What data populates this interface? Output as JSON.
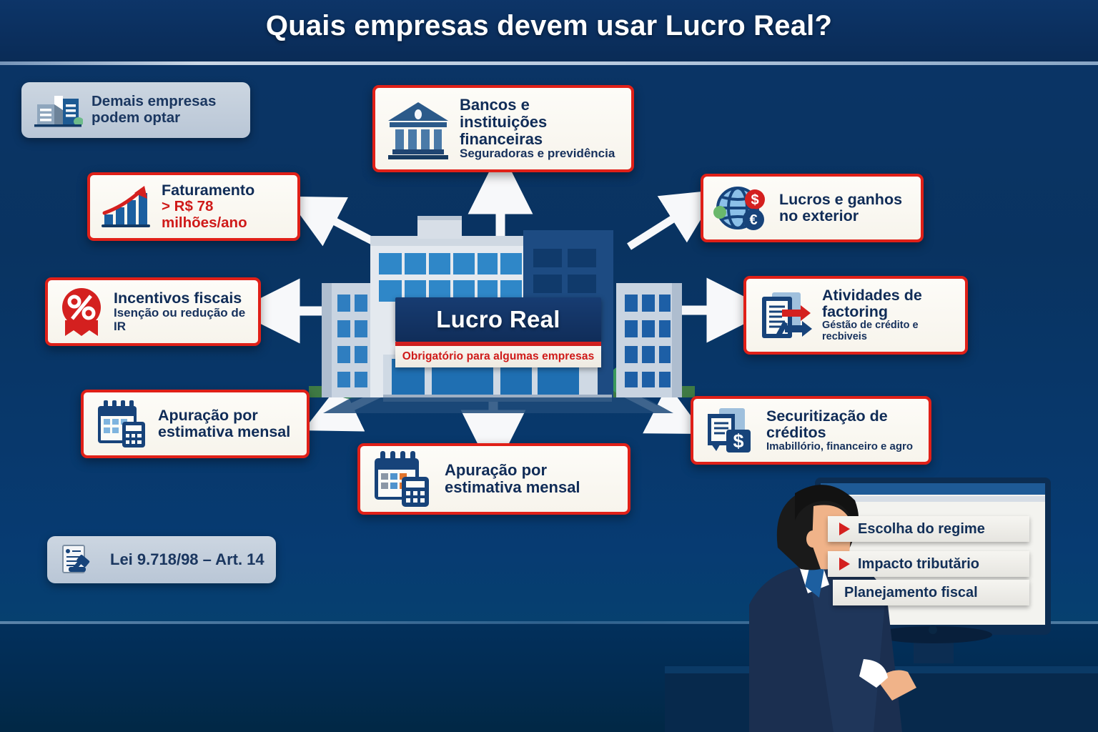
{
  "title": "Quais empresas devem usar Lucro Real?",
  "colors": {
    "background_navy": "#0b3567",
    "floor_navy": "#022c53",
    "card_border_red": "#e02018",
    "card_fill": "#faf8f2",
    "text_navy": "#102c57",
    "accent_red": "#cf1a19",
    "ghost_fill": "#c3cedb"
  },
  "center": {
    "sign_title": "Lucro Real",
    "sign_subtitle": "Obrigatório para algumas empresas",
    "icon": "office-building-icon"
  },
  "cards": [
    {
      "id": "demais",
      "style": "ghost",
      "icon": "office-buildings-icon",
      "line1": "Demais empresas",
      "line2": "podem optar",
      "line2_color": "navy"
    },
    {
      "id": "bancos",
      "style": "red",
      "icon": "bank-columns-icon",
      "line1": "Bancos e instituições",
      "line1b": "financeiras",
      "line2": "Seguradoras e previdência",
      "line2_color": "navy"
    },
    {
      "id": "faturamento",
      "style": "red",
      "icon": "growth-bar-chart-icon",
      "line1": "Faturamento",
      "line2": "> R$ 78 milhões/ano",
      "line2_color": "red"
    },
    {
      "id": "exterior",
      "style": "red",
      "icon": "globe-currency-icon",
      "line1": "Lucros e ganhos",
      "line1b": "no exterior",
      "line2": "",
      "line2_color": "navy"
    },
    {
      "id": "incentivos",
      "style": "red",
      "icon": "percent-badge-icon",
      "line1": "Incentivos fiscais",
      "line2": "Isenção ou redução de IR",
      "line2_color": "navy"
    },
    {
      "id": "factoring",
      "style": "red",
      "icon": "document-arrows-icon",
      "line1": "Atividades de",
      "line1b": "factoring",
      "line2": "Géstão de crédito e recbiveis",
      "line2_color": "navy"
    },
    {
      "id": "apuracao-esquerda",
      "style": "red",
      "icon": "calendar-calculator-icon",
      "line1": "Apuração por",
      "line1b": "estimativa mensal",
      "line2": "",
      "line2_color": "navy"
    },
    {
      "id": "securitizacao",
      "style": "red",
      "icon": "documents-dollar-icon",
      "line1": "Securitização de créditos",
      "line2": "Imabillório, financeiro e agro",
      "line2_color": "navy"
    },
    {
      "id": "apuracao-centro",
      "style": "red",
      "icon": "calendar-calculator-icon",
      "line1": "Apuração por",
      "line1b": "estimativa mensal",
      "line2": "",
      "line2_color": "navy"
    },
    {
      "id": "lei",
      "style": "ghost",
      "icon": "document-gavel-icon",
      "line1": "Lei 9.718/98 – Art. 14",
      "line2": "",
      "line2_color": "navy"
    }
  ],
  "monitor": {
    "items": [
      {
        "label": "Escolha do regime",
        "bullet": "play-triangle-icon"
      },
      {
        "label": "Impacto tributărio",
        "bullet": "play-triangle-icon"
      },
      {
        "label": "Planejamento fiscal",
        "bullet": "none"
      }
    ]
  },
  "scene": {
    "person": "businessman-back-view",
    "device": "desktop-monitor"
  },
  "arrows": [
    {
      "from": "center",
      "to": "bancos",
      "direction": "up"
    },
    {
      "from": "center",
      "to": "faturamento",
      "direction": "up-left"
    },
    {
      "from": "center",
      "to": "exterior",
      "direction": "up-right"
    },
    {
      "from": "center",
      "to": "incentivos",
      "direction": "left"
    },
    {
      "from": "center",
      "to": "factoring",
      "direction": "right"
    },
    {
      "from": "center",
      "to": "apuracao-esquerda",
      "direction": "down-left"
    },
    {
      "from": "center",
      "to": "securitizacao",
      "direction": "down-right"
    },
    {
      "from": "center",
      "to": "apuracao-centro",
      "direction": "down"
    }
  ]
}
